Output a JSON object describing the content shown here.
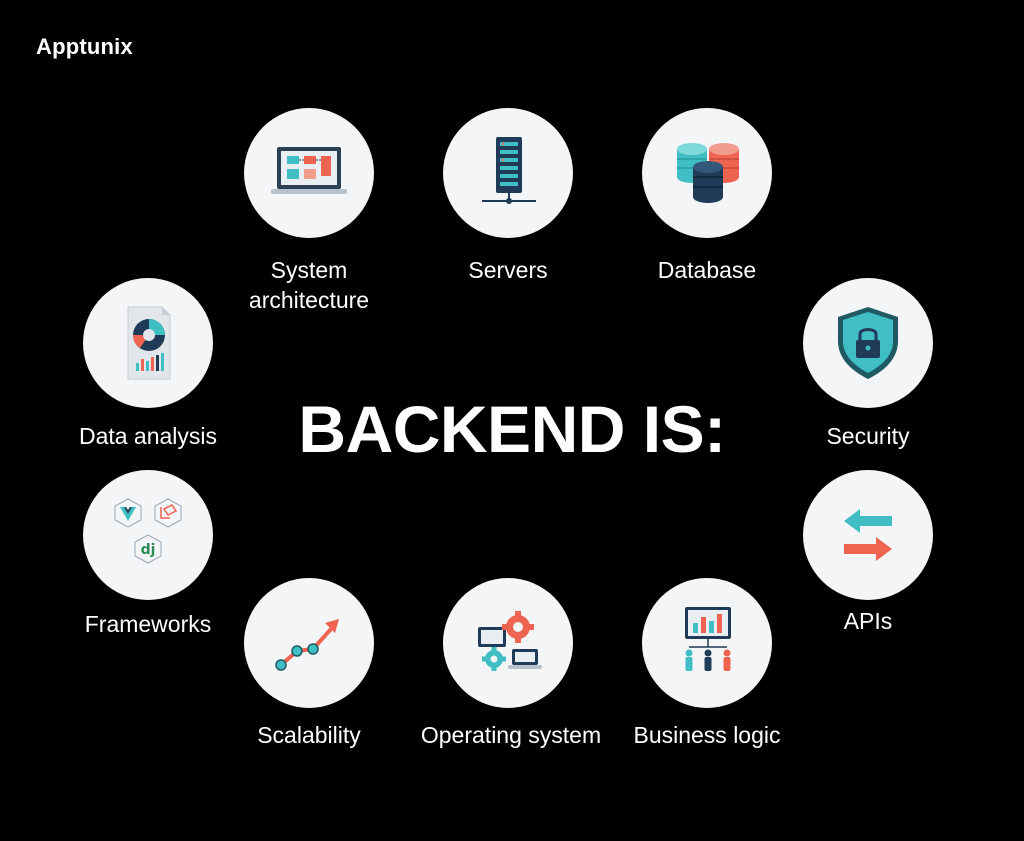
{
  "brand": {
    "logo_text": "Apptunix"
  },
  "headline": "BACKEND IS:",
  "items": [
    {
      "label": "System architecture",
      "icon": "laptop-architecture-icon"
    },
    {
      "label": "Servers",
      "icon": "server-rack-icon"
    },
    {
      "label": "Database",
      "icon": "database-cylinders-icon"
    },
    {
      "label": "Security",
      "icon": "shield-lock-icon"
    },
    {
      "label": "APIs",
      "icon": "exchange-arrows-icon"
    },
    {
      "label": "Business logic",
      "icon": "business-chart-people-icon"
    },
    {
      "label": "Operating system",
      "icon": "gears-devices-icon"
    },
    {
      "label": "Scalability",
      "icon": "growth-chart-icon"
    },
    {
      "label": "Frameworks",
      "icon": "frameworks-logos-icon"
    },
    {
      "label": "Data analysis",
      "icon": "report-pie-chart-icon"
    }
  ],
  "colors": {
    "background": "#000000",
    "circle": "#f3f5f6",
    "teal": "#3fbfc4",
    "coral": "#ef6351",
    "navy": "#1f3b57"
  }
}
